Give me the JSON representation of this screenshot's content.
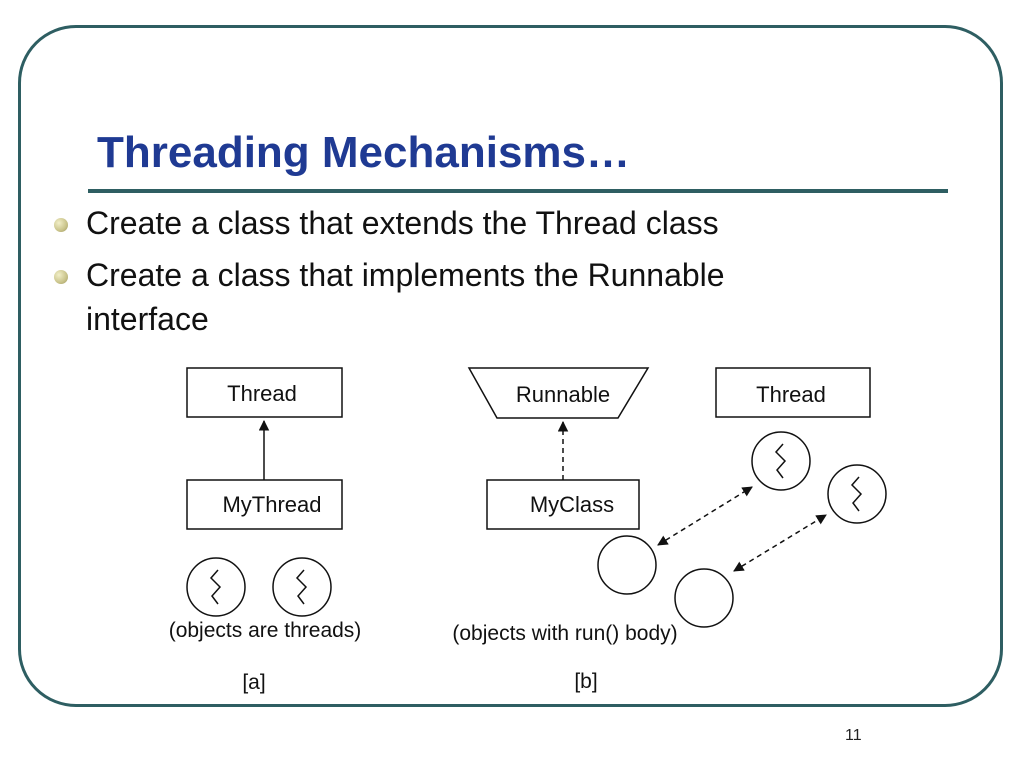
{
  "slide": {
    "title": "Threading Mechanisms…",
    "bullets": [
      "Create a class that extends the Thread class",
      "Create a class that implements the Runnable",
      "interface"
    ],
    "page_number": "11"
  },
  "diagram_a": {
    "parent_class": "Thread",
    "child_class": "MyThread",
    "caption": "(objects are threads)",
    "tag": "[a]"
  },
  "diagram_b": {
    "interface": "Runnable",
    "implementing_class": "MyClass",
    "thread_class": "Thread",
    "caption": "(objects with run() body)",
    "tag": "[b]"
  },
  "colors": {
    "title": "#1f3a93",
    "frame": "#2e5e62",
    "bullet": "#c9c38a"
  },
  "icons": {
    "thread_object": "thread-squiggle-icon",
    "plain_object": "object-circle-icon"
  }
}
